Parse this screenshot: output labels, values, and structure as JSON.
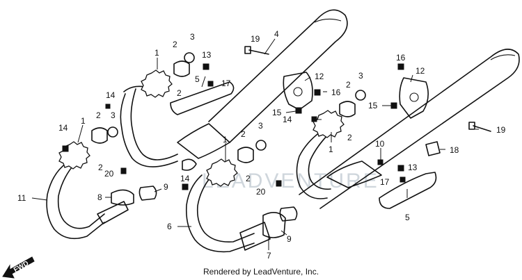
{
  "watermark": "LEADVENTURE",
  "fwd_label": "FWD",
  "footer": "Rendered by LeadVenture, Inc.",
  "callouts": [
    "1",
    "2",
    "3",
    "4",
    "5",
    "6",
    "7",
    "8",
    "9",
    "10",
    "11",
    "12",
    "13",
    "14",
    "15",
    "16",
    "17",
    "18",
    "19",
    "20"
  ]
}
